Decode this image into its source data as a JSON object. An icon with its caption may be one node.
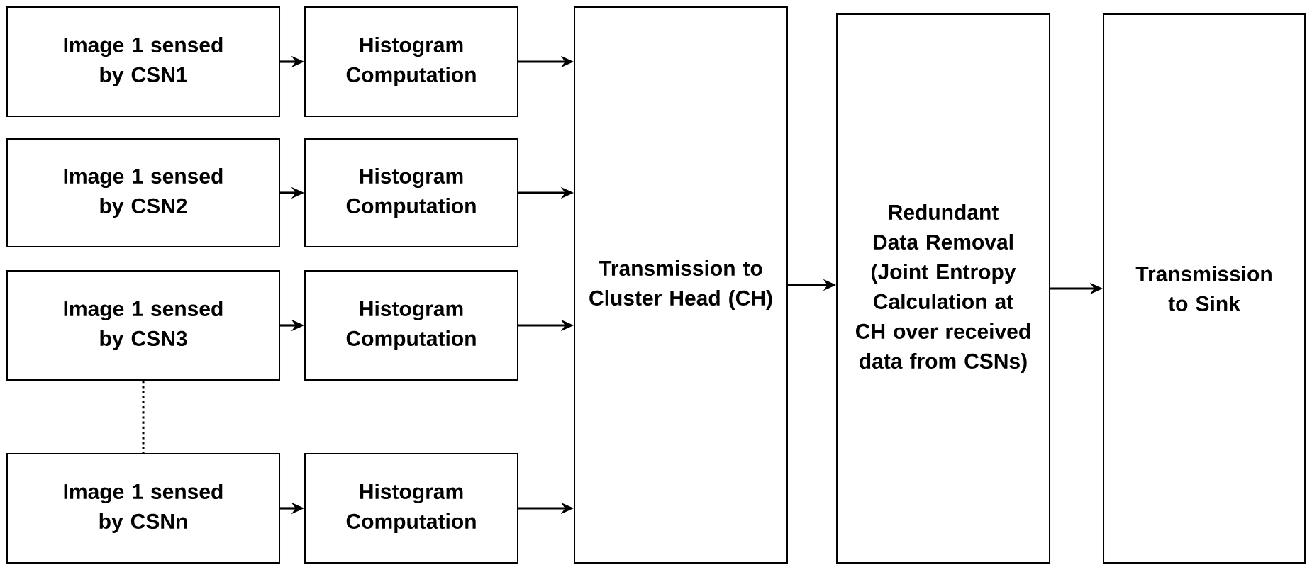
{
  "diagram": {
    "nodes": [
      {
        "text": [
          "Image 1 sensed by CSN1"
        ]
      },
      {
        "text": [
          "Histogram Computation"
        ]
      },
      {
        "text": [
          "Image 1 sensed by CSN2"
        ]
      },
      {
        "text": [
          "Histogram Computation"
        ]
      },
      {
        "text": [
          "Image 1 sensed by CSN3"
        ]
      },
      {
        "text": [
          "Histogram Computation"
        ]
      },
      {
        "text": [
          "Image 1 sensed by CSNn"
        ]
      },
      {
        "text": [
          "Histogram Computation"
        ]
      },
      {
        "text": [
          "Transmission to Cluster Head (CH)"
        ]
      },
      {
        "text": [
          "Redundant Data Removal (Joint Entropy Calculation at CH over received data from CSNs)"
        ]
      },
      {
        "text": [
          "Transmission to Sink"
        ]
      }
    ],
    "edges": [
      {
        "from": 0,
        "to": 1,
        "arrow": "to"
      },
      {
        "from": 1,
        "to": 8,
        "arrow": "to"
      },
      {
        "from": 2,
        "to": 3,
        "arrow": "to"
      },
      {
        "from": 3,
        "to": 8,
        "arrow": "to"
      },
      {
        "from": 4,
        "to": 5,
        "arrow": "to"
      },
      {
        "from": 5,
        "to": 8,
        "arrow": "to"
      },
      {
        "from": 4,
        "to": 6,
        "arrow": "none",
        "style": "dashed"
      },
      {
        "from": 6,
        "to": 7,
        "arrow": "to"
      },
      {
        "from": 7,
        "to": 8,
        "arrow": "to"
      },
      {
        "from": 8,
        "to": 9,
        "arrow": "to"
      },
      {
        "from": 9,
        "to": 10,
        "arrow": "to"
      }
    ]
  }
}
